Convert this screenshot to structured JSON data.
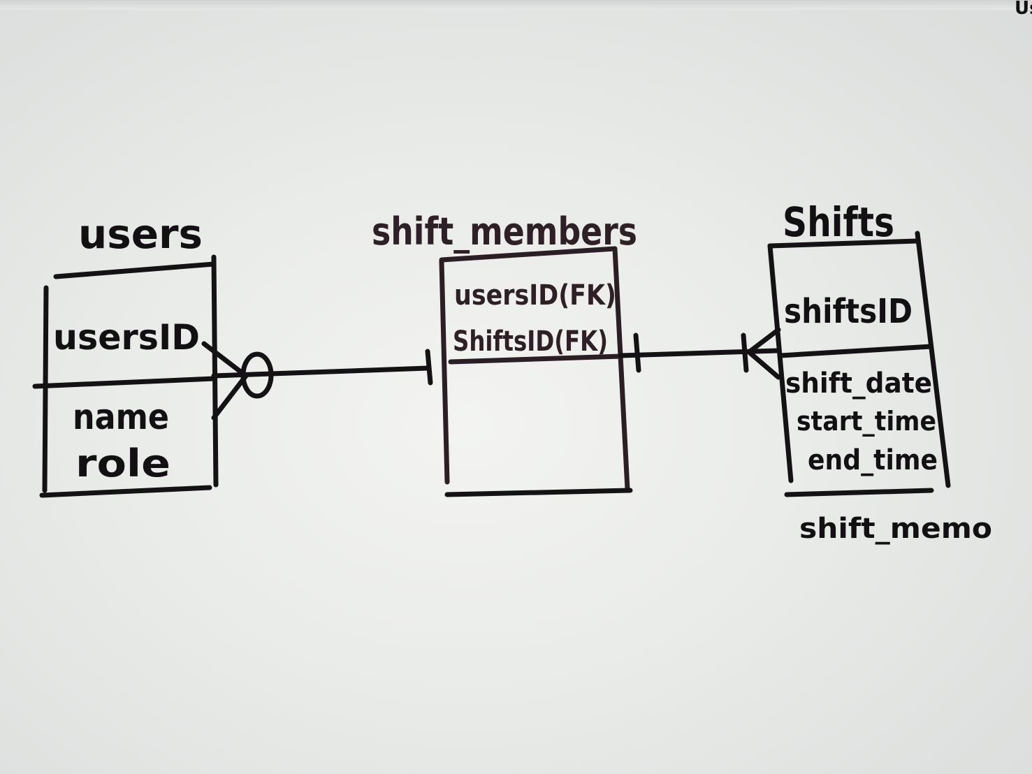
{
  "entities": {
    "users": {
      "title": "users",
      "pk": "usersID",
      "attributes": [
        "name",
        "role"
      ]
    },
    "shift_members": {
      "title": "shift_members",
      "fields": [
        "usersID(FK)",
        "ShiftsID(FK)"
      ]
    },
    "shifts": {
      "title": "Shifts",
      "pk": "shiftsID",
      "attributes": [
        "shift_date",
        "start_time",
        "end_time",
        "shift_memo"
      ]
    }
  },
  "edge_fragment": "Us"
}
